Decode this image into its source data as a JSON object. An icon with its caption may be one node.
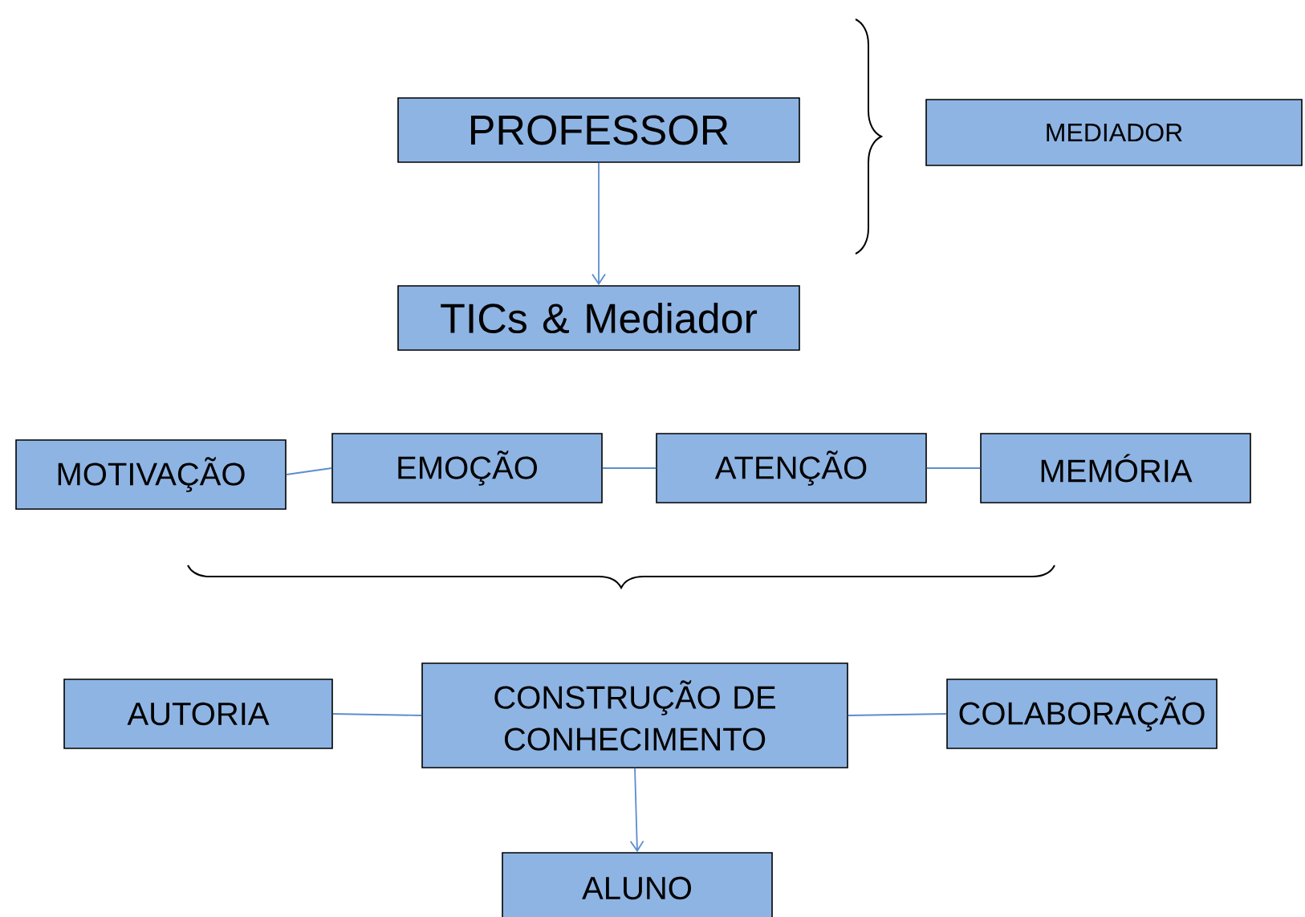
{
  "diagram": {
    "nodes": [
      {
        "text": [
          "PROFESSOR"
        ]
      },
      {
        "text": [
          "MEDIADOR"
        ]
      },
      {
        "text": [
          "TICs & Mediador"
        ]
      },
      {
        "text": [
          "MOTIVAÇÃO"
        ]
      },
      {
        "text": [
          "EMOÇÃO"
        ]
      },
      {
        "text": [
          "ATENÇÃO"
        ]
      },
      {
        "text": [
          "MEMÓRIA"
        ]
      },
      {
        "text": [
          "CONSTRUÇÃO DE CONHECIMENTO"
        ]
      },
      {
        "text": [
          "AUTORIA"
        ]
      },
      {
        "text": [
          "COLABORAÇÃO"
        ]
      },
      {
        "text": [
          "ALUNO"
        ]
      }
    ],
    "edges": [
      {
        "from": 0,
        "to": 2,
        "arrow": "to"
      },
      {
        "from": 3,
        "to": 4,
        "arrow": "none"
      },
      {
        "from": 4,
        "to": 5,
        "arrow": "none"
      },
      {
        "from": 5,
        "to": 6,
        "arrow": "none"
      },
      {
        "from": 8,
        "to": 7,
        "arrow": "none"
      },
      {
        "from": 7,
        "to": 9,
        "arrow": "none"
      },
      {
        "from": 7,
        "to": 10,
        "arrow": "to"
      }
    ]
  }
}
